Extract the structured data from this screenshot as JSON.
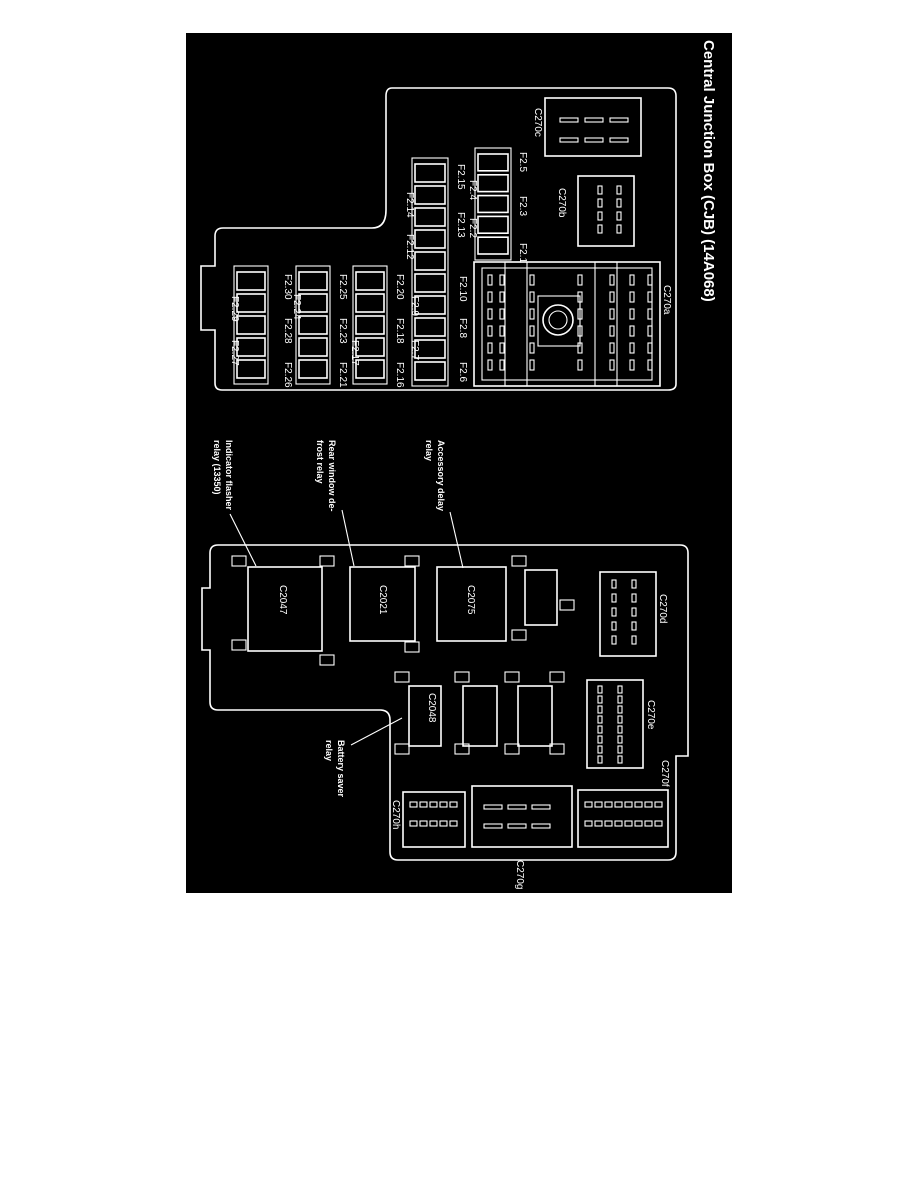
{
  "title": "Central Junction Box (CJB) (14A068)",
  "colors": {
    "background": "#000000",
    "lines": "#ffffff",
    "page": "#ffffff"
  },
  "fuses": [
    "F2.1",
    "F2.2",
    "F2.3",
    "F2.4",
    "F2.5",
    "F2.6",
    "F2.7",
    "F2.8",
    "F2.9",
    "F2.10",
    "F2.12",
    "F2.13",
    "F2.14",
    "F2.15",
    "F2.16",
    "F2.17",
    "F2.18",
    "F2.20",
    "F2.21",
    "F2.23",
    "F2.24",
    "F2.25",
    "F2.26",
    "F2.27",
    "F2.28",
    "F2.29",
    "F2.30"
  ],
  "connectors": {
    "c270a": "C270a",
    "c270b": "C270b",
    "c270c": "C270c",
    "c270d": "C270d",
    "c270e": "C270e",
    "c270f": "C270f",
    "c270g": "C270g",
    "c270h": "C270h"
  },
  "relays": {
    "c2047": "C2047",
    "c2021": "C2021",
    "c2075": "C2075",
    "c2048": "C2048"
  },
  "callouts": {
    "accessory": [
      "Accessory delay",
      "relay"
    ],
    "rear_window": [
      "Rear window de-",
      "frost relay"
    ],
    "indicator": [
      "Indicator flasher",
      "relay (13350)"
    ],
    "battery": [
      "Battery saver",
      "relay"
    ]
  }
}
